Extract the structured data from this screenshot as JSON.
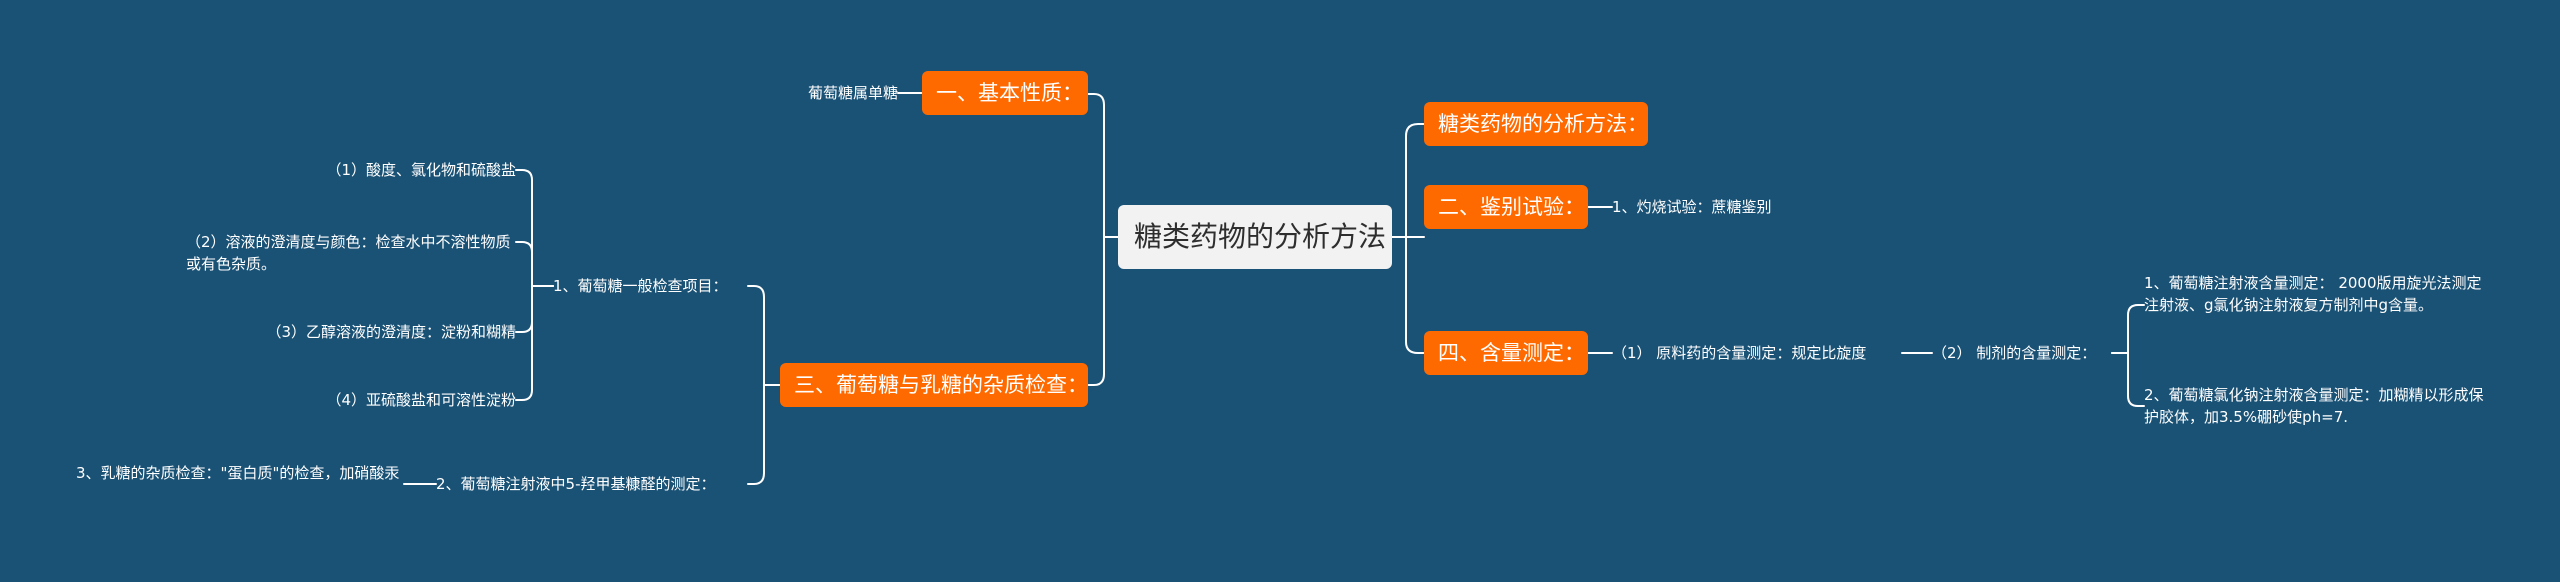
{
  "root": "糖类药物的分析方法",
  "branches": {
    "b1": "一、基本性质：",
    "b3": "三、葡萄糖与乳糖的杂质检查：",
    "r1": "糖类药物的分析方法：",
    "r2": "二、鉴别试验：",
    "r4": "四、含量测定："
  },
  "leaves": {
    "l_b1": "葡萄糖属单糖",
    "l_general": "1、葡萄糖一般检查项目：",
    "l_g1": "（1）酸度、氯化物和硫酸盐",
    "l_g2": "（2）溶液的澄清度与颜色：检查水中不溶性物质或有色杂质。",
    "l_g3": "（3）乙醇溶液的澄清度：淀粉和糊精",
    "l_g4": "（4）亚硫酸盐和可溶性淀粉",
    "l_hmf": "2、葡萄糖注射液中5-羟甲基糠醛的测定：",
    "l_lactose": "3、乳糖的杂质检查：\"蛋白质\"的检查，加硝酸汞",
    "l_r2": "1、灼烧试验：蔗糖鉴别",
    "l_r4a": "（1） 原料药的含量测定：规定比旋度",
    "l_r4b": "（2） 制剂的含量测定：",
    "l_r4b1": "1、葡萄糖注射液含量测定： 2000版用旋光法测定注射液、g氯化钠注射液复方制剂中g含量。",
    "l_r4b2": "2、葡萄糖氯化钠注射液含量测定：加糊精以形成保护胶体，加3.5%硼砂使ph=7."
  },
  "colors": {
    "background": "#1a5276",
    "branch": "#ff6a00",
    "root": "#f2f2f2",
    "line": "#ffffff"
  }
}
